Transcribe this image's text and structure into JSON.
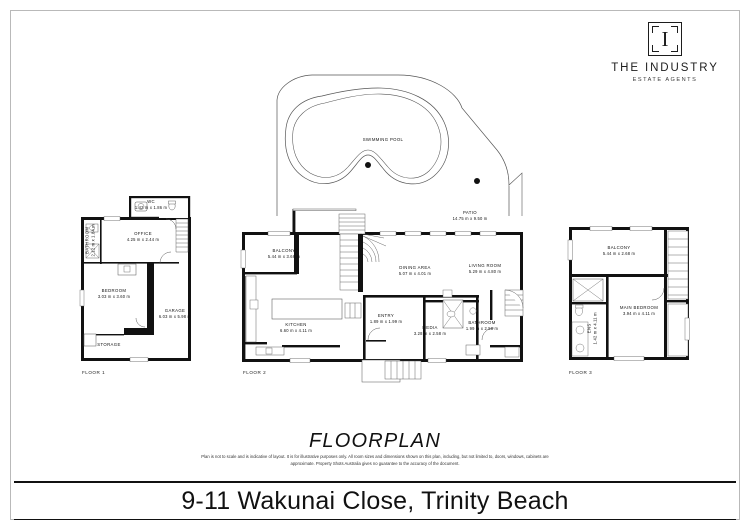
{
  "brand": {
    "monogram": "I",
    "name": "THE INDUSTRY",
    "subtitle": "ESTATE AGENTS"
  },
  "document": {
    "heading": "FLOORPLAN",
    "disclaimer": "Plan is not to scale and is indicative of layout. It is for illustrative purposes only. All room sizes and dimensions shown on this plan, including, but not limited to, doors, windows, cabinets are approximate. Property Shots Australia gives no guarantee to the accuracy of the document.",
    "address": "9-11 Wakunai Close, Trinity Beach"
  },
  "floors": [
    {
      "tag": "FLOOR 1",
      "rooms": [
        {
          "name": "WC",
          "dims": "1.42 m x 1.86 m"
        },
        {
          "name": "BATHROOM",
          "dims": "2.12 m x 1.84 m"
        },
        {
          "name": "OFFICE",
          "dims": "4.25 m x 2.44 m"
        },
        {
          "name": "BEDROOM",
          "dims": "3.03 m x 3.60 m"
        },
        {
          "name": "GARAGE",
          "dims": "6.03 m x 5.98 m"
        },
        {
          "name": "STORAGE",
          "dims": ""
        }
      ]
    },
    {
      "tag": "FLOOR 2",
      "rooms": [
        {
          "name": "SWIMMING POOL",
          "dims": ""
        },
        {
          "name": "PATIO",
          "dims": "14.75 m x 9.50 m"
        },
        {
          "name": "BALCONY",
          "dims": "5.44 m x 3.66 m"
        },
        {
          "name": "DINING AREA",
          "dims": "5.07 m x 4.01 m"
        },
        {
          "name": "LIVING ROOM",
          "dims": "5.29 m x 4.80 m"
        },
        {
          "name": "KITCHEN",
          "dims": "6.60 m x 4.11 m"
        },
        {
          "name": "ENTRY",
          "dims": "1.89 m x 1.99 m"
        },
        {
          "name": "MEDIA",
          "dims": "3.28 m x 2.58 m"
        },
        {
          "name": "BATHROOM",
          "dims": "1.99 m x 2.58 m"
        }
      ]
    },
    {
      "tag": "FLOOR 3",
      "rooms": [
        {
          "name": "BALCONY",
          "dims": "5.44 m x 2.68 m"
        },
        {
          "name": "MAIN BEDROOM",
          "dims": "3.94 m x 4.11 m"
        },
        {
          "name": "ENS",
          "dims": "1.42 m x 4.11 m"
        }
      ]
    }
  ],
  "colors": {
    "wall": "#111111",
    "thin": "#555555",
    "page": "#ffffff",
    "border": "#b9b9b9"
  }
}
